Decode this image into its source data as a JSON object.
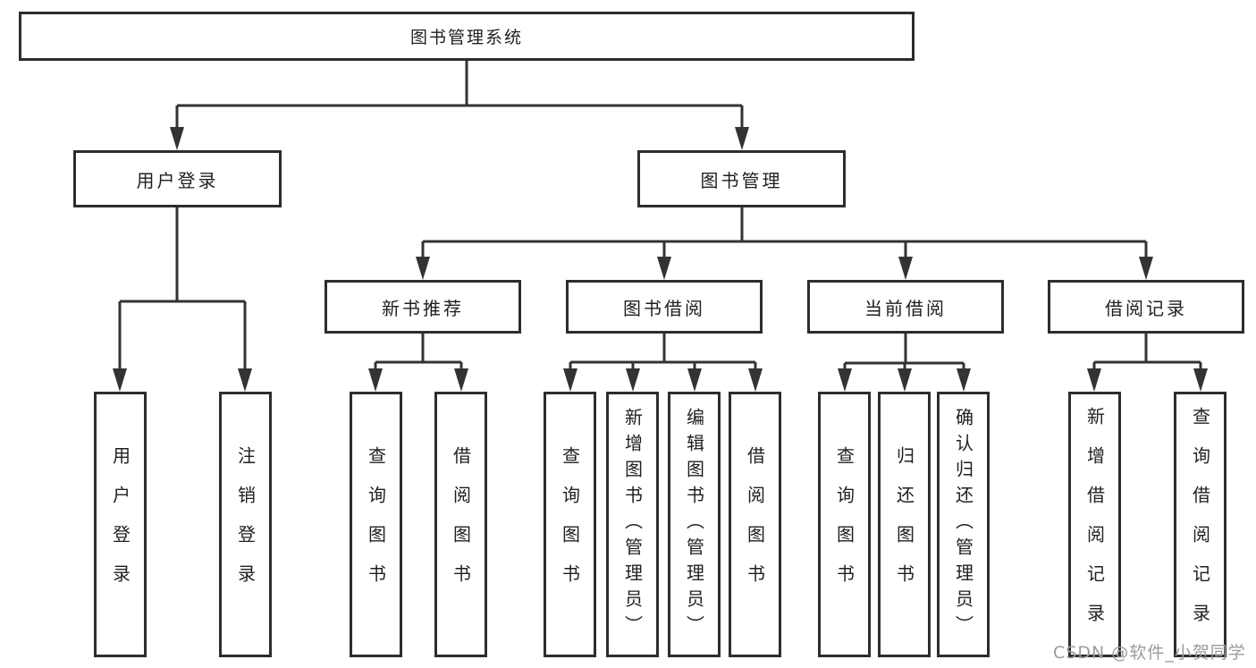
{
  "tree": {
    "label": "图书管理系统",
    "children": [
      {
        "label": "用户登录",
        "children": [
          {
            "label": "用户登录"
          },
          {
            "label": "注销登录"
          }
        ]
      },
      {
        "label": "图书管理",
        "children": [
          {
            "label": "新书推荐",
            "children": [
              {
                "label": "查询图书"
              },
              {
                "label": "借阅图书"
              }
            ]
          },
          {
            "label": "图书借阅",
            "children": [
              {
                "label": "查询图书"
              },
              {
                "label": "新增图书（管理员）"
              },
              {
                "label": "编辑图书（管理员）"
              },
              {
                "label": "借阅图书"
              }
            ]
          },
          {
            "label": "当前借阅",
            "children": [
              {
                "label": "查询图书"
              },
              {
                "label": "归还图书"
              },
              {
                "label": "确认归还（管理员）"
              }
            ]
          },
          {
            "label": "借阅记录",
            "children": [
              {
                "label": "新增借阅记录"
              },
              {
                "label": "查询借阅记录"
              }
            ]
          }
        ]
      }
    ]
  },
  "watermark": "CSDN @软件_小贺同学",
  "colors": {
    "line": "#333333",
    "border": "#2d2d2d",
    "text": "#1f1f1f",
    "watermark": "#9b9b9b",
    "background": "#ffffff"
  }
}
